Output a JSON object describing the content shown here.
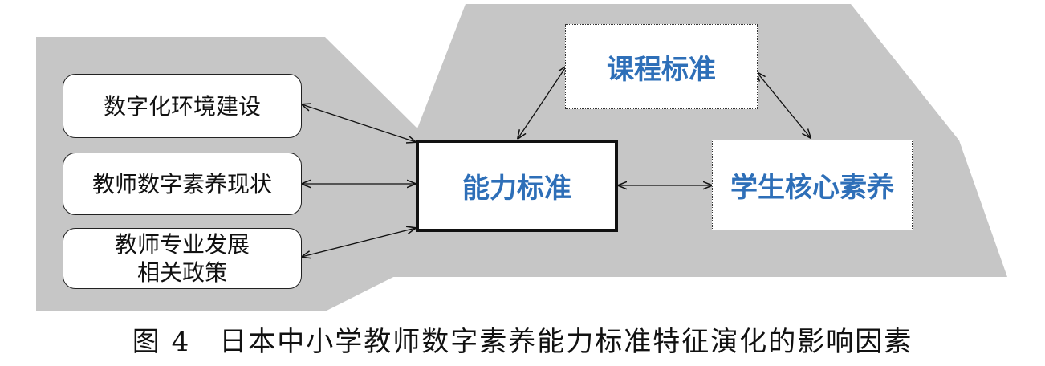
{
  "left_factors": [
    {
      "label": "数字化环境建设"
    },
    {
      "label": "教师数字素养现状"
    },
    {
      "label_lines": [
        "教师专业发展",
        "相关政策"
      ]
    }
  ],
  "center": {
    "label": "能力标准"
  },
  "curriculum": {
    "label": "课程标准"
  },
  "student": {
    "label": "学生核心素养"
  },
  "caption": "图 4　日本中小学教师数字素养能力标准特征演化的影响因素",
  "colors": {
    "background_region": "#c6c6c6",
    "blue_text": "#2e6fb8",
    "box_border": "#111111"
  }
}
